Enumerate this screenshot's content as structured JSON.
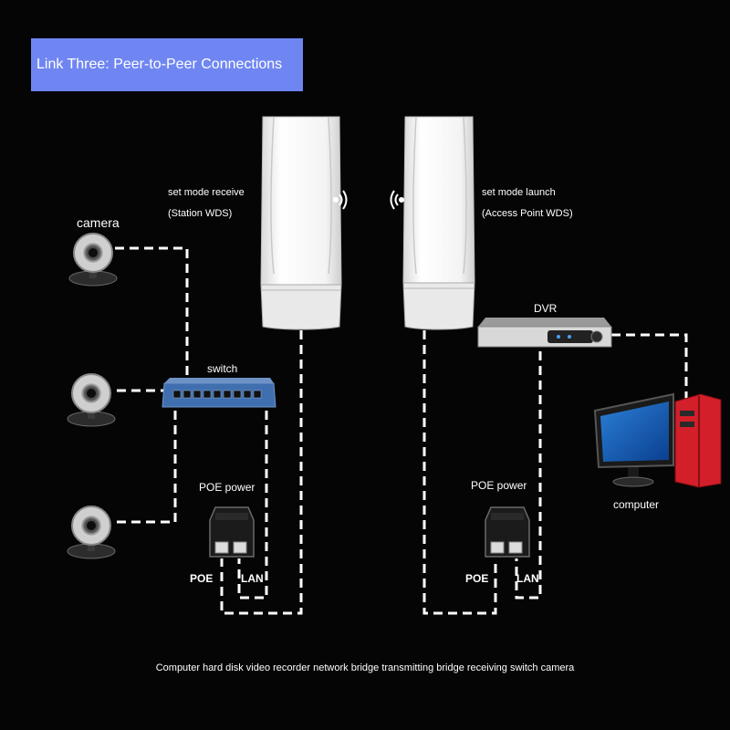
{
  "title": "Link Three: Peer-to-Peer Connections",
  "labels": {
    "camera": "camera",
    "switch": "switch",
    "poe_power_left": "POE power",
    "poe_power_right": "POE power",
    "poe_port_left": "POE",
    "lan_port_left": "LAN",
    "poe_port_right": "POE",
    "lan_port_right": "LAN",
    "dvr": "DVR",
    "computer": "computer",
    "cpe_left_line1": "set mode receive",
    "cpe_left_line2": "(Station WDS)",
    "cpe_right_line1": "set mode launch",
    "cpe_right_line2": "(Access Point WDS)"
  },
  "caption": "Computer hard disk video recorder network bridge transmitting bridge receiving switch camera",
  "colors": {
    "background": "#050505",
    "title_bg": "#6f86f2",
    "link_line": "#ffffff",
    "switch_body": "#3f6fae",
    "pc_case": "#d21f2a",
    "monitor_screen": "#2a7fd6"
  },
  "icons": [
    "webcam-icon",
    "wireless-signal-icon",
    "switch-device",
    "poe-injector",
    "dvr-device",
    "computer-icon"
  ]
}
